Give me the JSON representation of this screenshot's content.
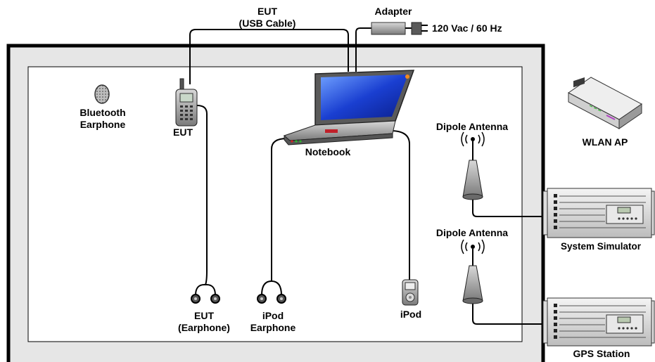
{
  "labels": {
    "usb_cable": {
      "line1": "EUT",
      "line2": "(USB Cable)"
    },
    "adapter": "Adapter",
    "power": "120 Vac / 60 Hz",
    "bluetooth_earphone": {
      "line1": "Bluetooth",
      "line2": "Earphone"
    },
    "eut_phone": "EUT",
    "notebook": "Notebook",
    "dipole_antenna_1": "Dipole Antenna",
    "dipole_antenna_2": "Dipole Antenna",
    "wlan_ap": "WLAN AP",
    "system_simulator": "System Simulator",
    "gps_station": "GPS Station",
    "eut_earphone": {
      "line1": "EUT",
      "line2": "(Earphone)"
    },
    "ipod_earphone": {
      "line1": "iPod",
      "line2": "Earphone"
    },
    "ipod": "iPod"
  },
  "colors": {
    "chamber_outer": "#e6e6e6",
    "chamber_border": "#000000",
    "screen_blue": "#1a3fd1",
    "device_gray": "#8a8a8a"
  }
}
